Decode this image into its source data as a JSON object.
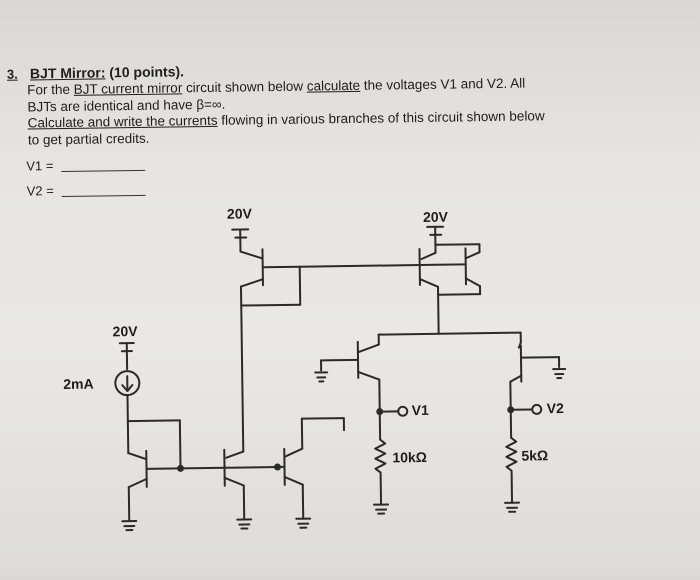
{
  "question": {
    "number": "3.",
    "title_prefix": "BJT Mirror:",
    "title_points": " (10 points).",
    "line1_a": "For the ",
    "line1_link": "BJT current mirror",
    "line1_b": " circuit shown below ",
    "line1_calc": "calculate",
    "line1_c": " the voltages V1 and V2. All",
    "line2": "BJTs are identical and have β=∞.",
    "line3_u": "Calculate and write the currents",
    "line3_b": " flowing in various branches of this circuit shown below",
    "line4": "to get partial credits."
  },
  "answers": {
    "v1_label": "V1 =",
    "v2_label": "V2 ="
  },
  "circuit": {
    "supply_top_left": "20V",
    "supply_top_right": "20V",
    "supply_left": "20V",
    "current_source": "2mA",
    "node_v1": "V1",
    "node_v2": "V2",
    "resistor_1": "10kΩ",
    "resistor_2": "5kΩ"
  }
}
